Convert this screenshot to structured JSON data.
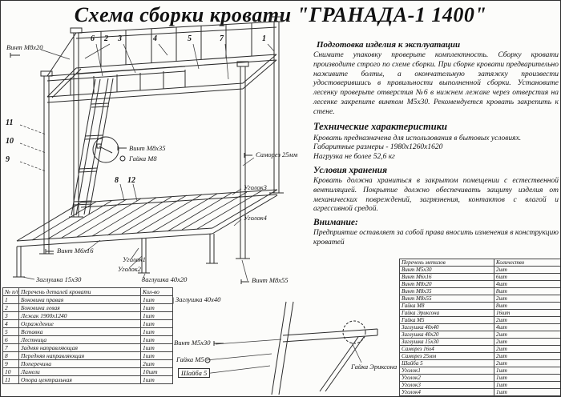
{
  "title": "Схема сборки кровати \"ГРАНАДА-1 1400\"",
  "instructions": {
    "prep_heading": "Подготовка изделия к эксплуатации",
    "prep_body": "Снимите упаковку проверьте комплектность. Сборку кровати производите строго по схеме сборки. При сборке кровати  предварительно наживите  болты, а окончательную затяжку произвести удостоверившись в правильности выполненной сборки. Установите лесенку проверьте отверстия №6 в нижнем лежаке через отверстия на лесенке закрепите винтом М5х30. Рекомендуется кровать закрепить к стене.",
    "tech_heading": "Технические характеристики",
    "tech_lines": [
      "Кровать предназначена для использования в бытовых условиях.",
      "Габаритные размеры - 1980х1260х1620",
      "Нагрузка не более 52,6 кг"
    ],
    "storage_heading": "Условия хранения",
    "storage_body": "Кровать должна храниться в закрытом помещении с естественной вентиляцией. Покрытие должно обеспечивать защиту изделия от механических повреждений, загрязнения, контактов с влагой и агрессивной средой.",
    "attention_heading": "Внимание:",
    "attention_body": "Предприятие оставляет за собой права вносить изменения в конструкцию кроватей"
  },
  "parts_table": {
    "headers": [
      "№ п/п",
      "Перечень деталей кровати",
      "Кол-во"
    ],
    "rows": [
      [
        "1",
        "Боковина правая",
        "1шт"
      ],
      [
        "2",
        "Боковина левая",
        "1шт"
      ],
      [
        "3",
        "Лежак 1900х1240",
        "1шт"
      ],
      [
        "4",
        "Ограждение",
        "1шт"
      ],
      [
        "5",
        "Вставка",
        "1шт"
      ],
      [
        "6",
        "Лестница",
        "1шт"
      ],
      [
        "7",
        "Задняя направляющая",
        "1шт"
      ],
      [
        "8",
        "Передняя направляющая",
        "1шт"
      ],
      [
        "9",
        "Поперечина",
        "2шт"
      ],
      [
        "10",
        "Ламели",
        "10шт"
      ],
      [
        "11",
        "Опора центральная",
        "1шт"
      ]
    ]
  },
  "hardware_table": {
    "headers": [
      "Перечень метизов",
      "Количество"
    ],
    "rows": [
      [
        "Винт М5х30",
        "2шт"
      ],
      [
        "Винт М6х16",
        "6шт"
      ],
      [
        "Винт М8х20",
        "4шт"
      ],
      [
        "Винт М8х35",
        "8шт"
      ],
      [
        "Винт М8х55",
        "2шт"
      ],
      [
        "Гайка М8",
        "8шт"
      ],
      [
        "Гайка Эриксона",
        "16шт"
      ],
      [
        "Гайка М5",
        "2шт"
      ],
      [
        "Заглушка 40х40",
        "4шт"
      ],
      [
        "Заглушка 40х20",
        "2шт"
      ],
      [
        "Заглушка 15х30",
        "2шт"
      ],
      [
        "Саморез 16х4",
        "2шт"
      ],
      [
        "Саморез 25мм",
        "2шт"
      ],
      [
        "Шайба 5",
        "2шт"
      ],
      [
        "Уголок1",
        "1шт"
      ],
      [
        "Уголок2",
        "1шт"
      ],
      [
        "Уголок3",
        "1шт"
      ],
      [
        "Уголок4",
        "1шт"
      ]
    ]
  },
  "drawing": {
    "labels": {
      "vint_m8x20": "Винт М8х20",
      "vint_m8x35": "Винт М8х35",
      "gaika_m8": "Гайка М8",
      "samorez_25": "Саморез 25мм",
      "ugolok3": "Уголок3",
      "ugolok4": "Уголок4",
      "vint_m6x16": "Винт М6х16",
      "ugolok1": "Уголок1",
      "ugolok2": "Уголок2",
      "zaglushka_15x30": "Заглушка 15х30",
      "zaglushka_40x20": "Заглушка 40х20",
      "vint_m8x55": "Винт М8х55",
      "zaglushka_40x40": "Заглушка 40х40"
    },
    "callouts": {
      "n1": "1",
      "n2": "2",
      "n3": "3",
      "n4": "4",
      "n5": "5",
      "n6": "6",
      "n7": "7",
      "n8": "8",
      "n9": "9",
      "n10": "10",
      "n11": "11",
      "n12": "12"
    }
  },
  "inset": {
    "vint_m5x30": "Винт М5х30",
    "gaika_m5": "Гайка М5",
    "shaiba_5": "Шайба 5",
    "gaika_eriksona": "Гайка Эриксона"
  }
}
